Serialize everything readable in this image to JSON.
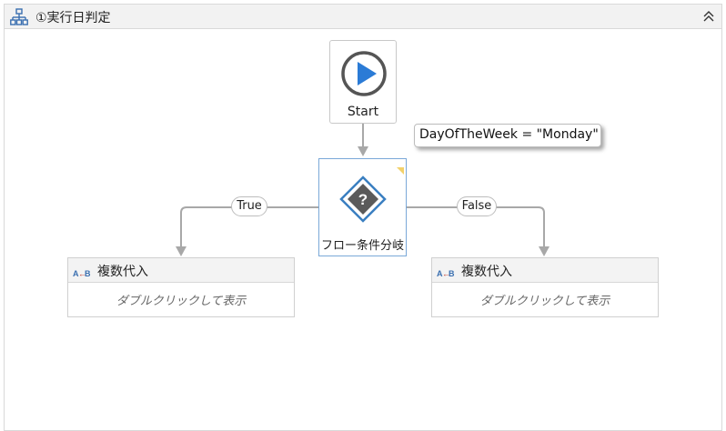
{
  "sequence": {
    "title": "①実行日判定"
  },
  "start": {
    "label": "Start"
  },
  "annotation": {
    "text": "DayOfTheWeek = \"Monday\""
  },
  "decision": {
    "label": "フロー条件分岐"
  },
  "branches": {
    "true_label": "True",
    "false_label": "False"
  },
  "assign_left": {
    "title": "複数代入",
    "hint": "ダブルクリックして表示"
  },
  "assign_right": {
    "title": "複数代入",
    "hint": "ダブルクリックして表示"
  },
  "colors": {
    "accent": "#3a7fc1",
    "start_ring": "#555555",
    "start_play": "#2b7bd6",
    "decision_fill": "#5a5a5a"
  }
}
